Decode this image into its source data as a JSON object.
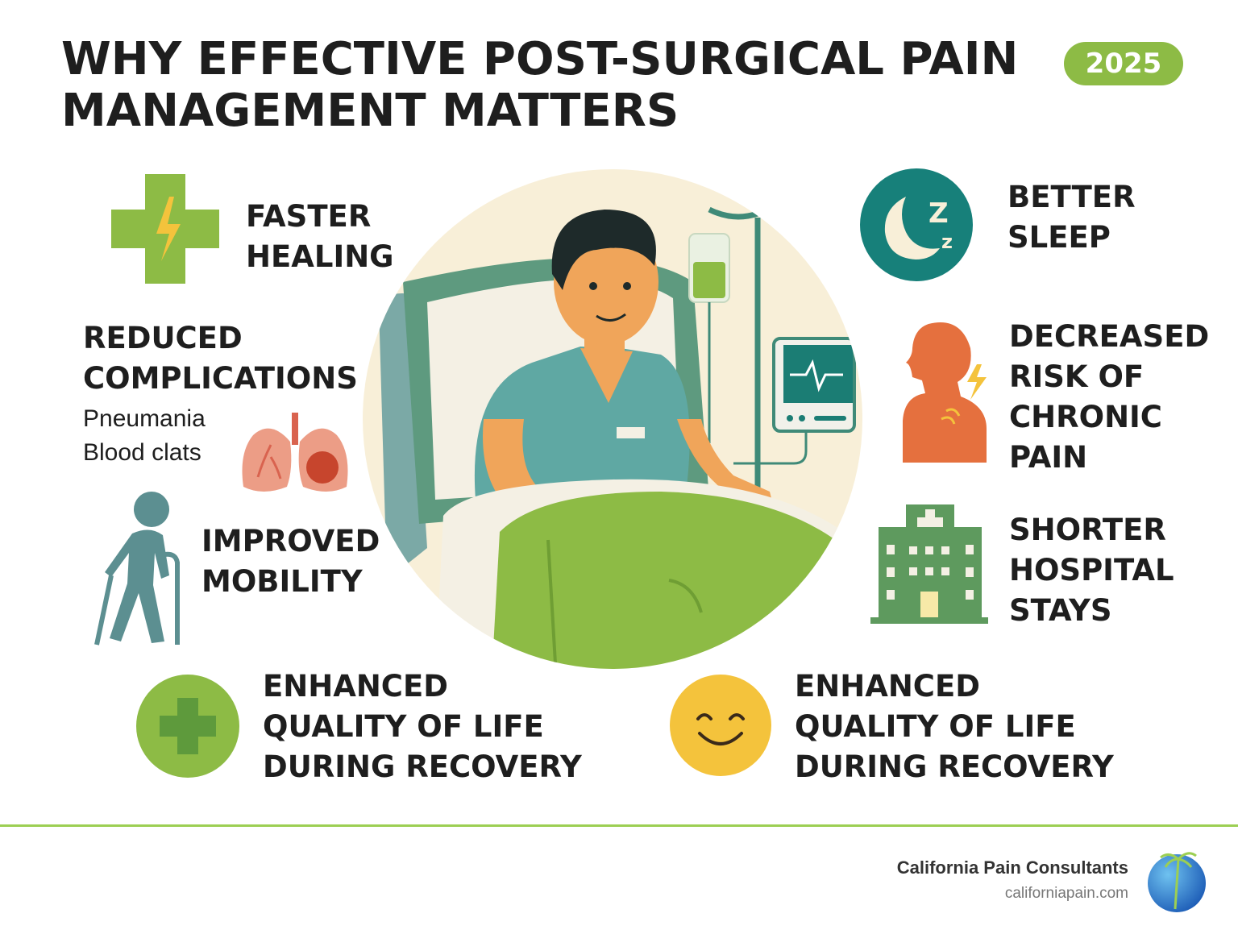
{
  "title": "WHY EFFECTIVE POST-SURGICAL PAIN MANAGEMENT MATTERS",
  "year_badge": "2025",
  "benefits": {
    "faster_healing": "FASTER\nHEALING",
    "reduced_complications": "REDUCED\nCOMPLICATIONS",
    "complication_examples": "Pneumania\nBlood clats",
    "improved_mobility": "IMPROVED\nMOBILITY",
    "quality_of_life_left": "ENHANCED\nQUALITY OF LIFE\nDURING RECOVERY",
    "better_sleep": "BETTER\nSLEEP",
    "decreased_risk": "DECREASED\nRISK OF\nCHRONIC\nPAIN",
    "shorter_stays": "SHORTER\nHOSPITAL\nSTAYS",
    "quality_of_life_right": "ENHANCED\nQUALITY OF LIFE\nDURING RECOVERY"
  },
  "icons": {
    "faster_healing": "medical-cross-icon",
    "better_sleep": "moon-sleep-icon",
    "reduced_complications": "lungs-icon",
    "decreased_risk": "shoulder-pain-icon",
    "improved_mobility": "walking-cane-icon",
    "shorter_stays": "hospital-building-icon",
    "quality_left": "green-cross-circle-icon",
    "quality_right": "smiley-face-icon"
  },
  "colors": {
    "accent_green": "#8dbb45",
    "teal": "#17807a",
    "orange": "#e5703e",
    "yellow": "#f4c33c"
  },
  "footer": {
    "brand_name": "California Pain Consultants",
    "brand_url": "californiapain.com"
  }
}
